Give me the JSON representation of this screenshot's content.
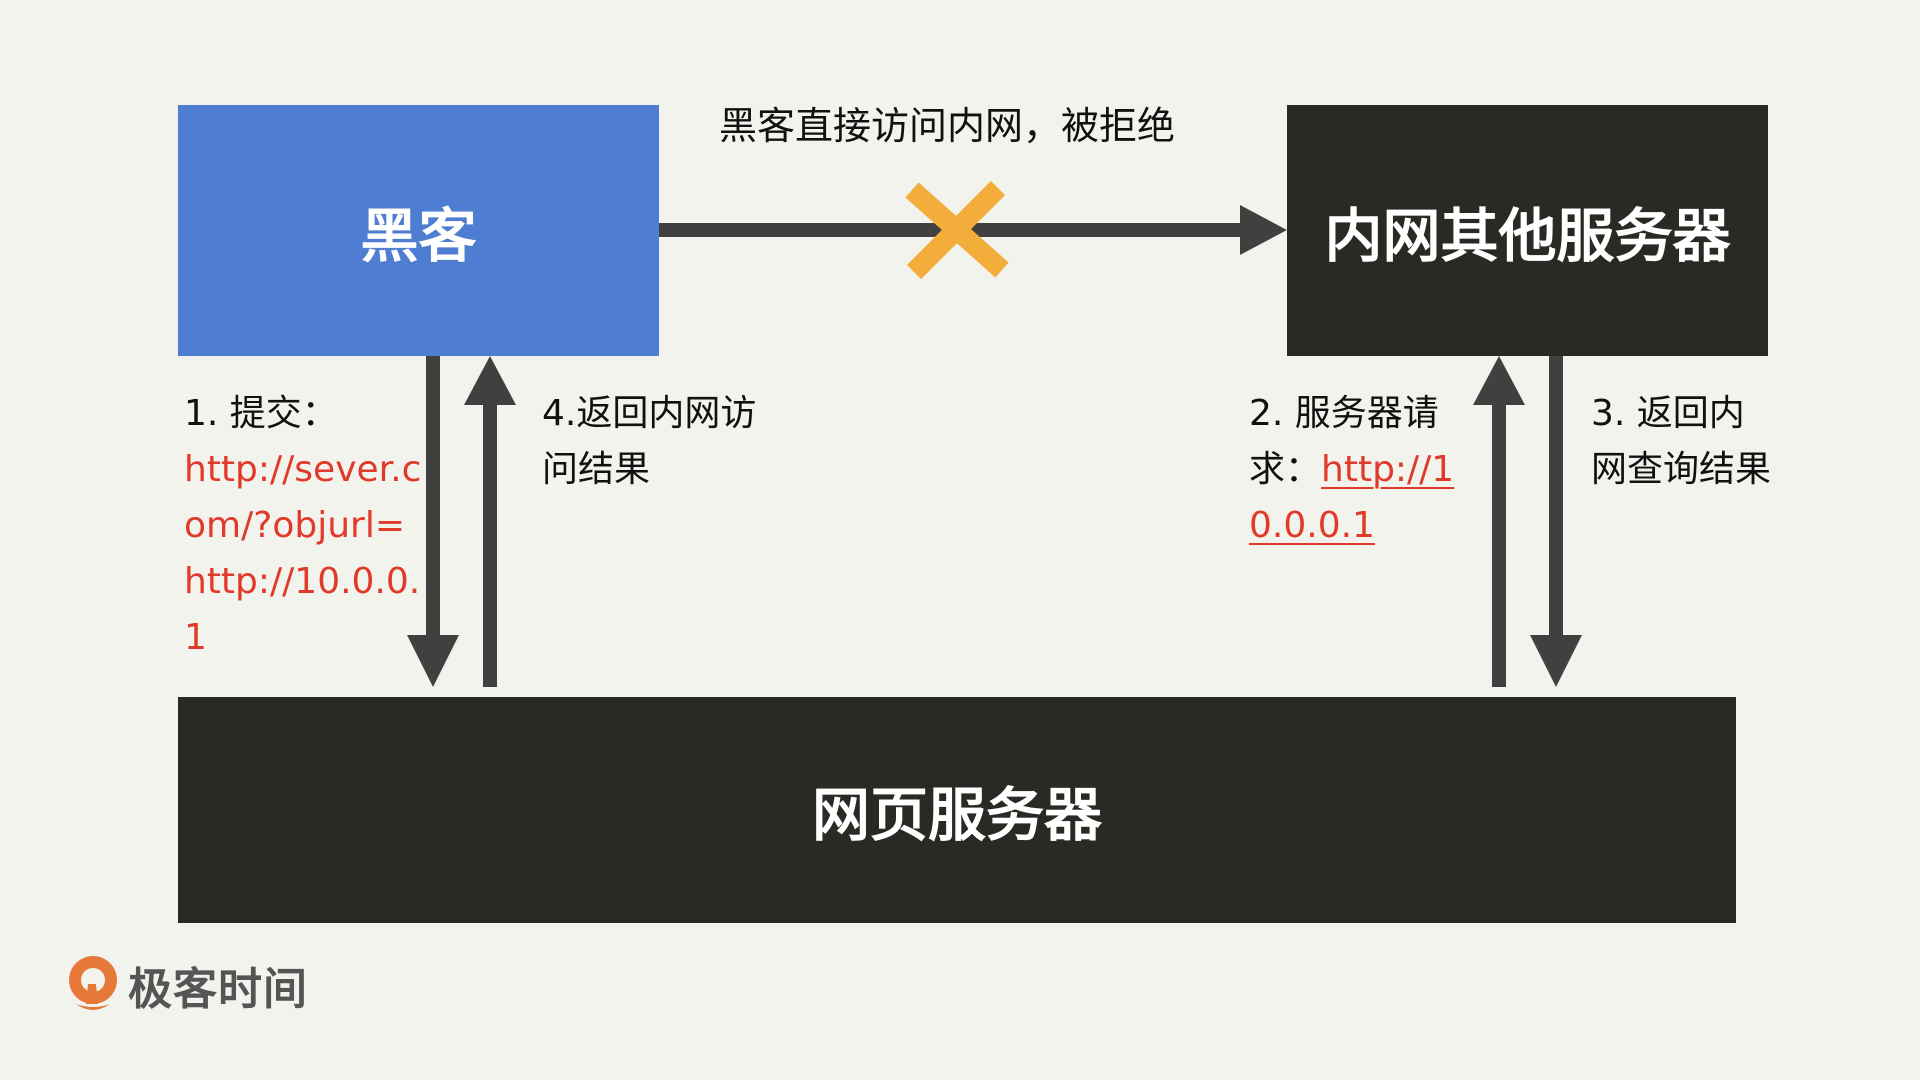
{
  "boxes": {
    "hacker": "黑客",
    "intranet": "内网其他服务器",
    "webserver": "网页服务器"
  },
  "labels": {
    "blocked": "黑客直接访问内网，被拒绝",
    "step1_prefix": "1. 提交：",
    "step1_url": "http://sever.com/?objurl=http://10.0.0.1",
    "step2_prefix": "2. 服务器请求：",
    "step2_url": "http://10.0.0.1",
    "step3": "3. 返回内网查询结果",
    "step4": "4.返回内网访问结果"
  },
  "logo": {
    "text": "极客时间"
  },
  "colors": {
    "hacker": "#4f7dd1",
    "server": "#2a2a25",
    "arrow": "#404040",
    "cross": "#f3ad3a",
    "url": "#e03a2a",
    "background": "#f3f3ee"
  }
}
